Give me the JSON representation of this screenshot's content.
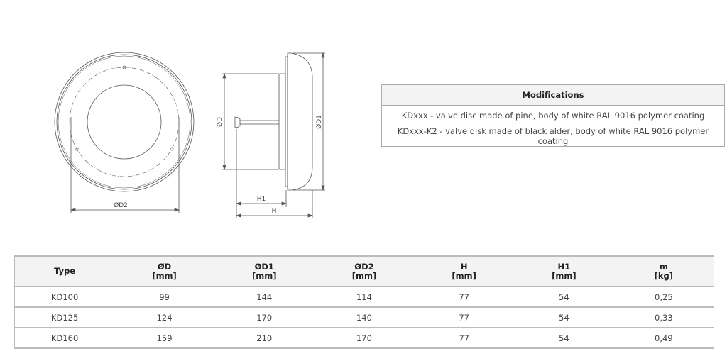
{
  "drawing": {
    "front_label_d2": "ØD2",
    "side_label_d": "ØD",
    "side_label_d1": "ØD1",
    "side_label_h1": "H1",
    "side_label_h": "H"
  },
  "modifications": {
    "title": "Modifications",
    "rows": [
      "KDxxx - valve disc made of pine, body of white RAL 9016 polymer coating",
      "KDxxx-K2 - valve disk made of black alder, body of white RAL 9016 polymer coating"
    ]
  },
  "spec_table": {
    "headers": [
      {
        "name": "Type",
        "unit": ""
      },
      {
        "name": "ØD",
        "unit": "[mm]"
      },
      {
        "name": "ØD1",
        "unit": "[mm]"
      },
      {
        "name": "ØD2",
        "unit": "[mm]"
      },
      {
        "name": "H",
        "unit": "[mm]"
      },
      {
        "name": "H1",
        "unit": "[mm]"
      },
      {
        "name": "m",
        "unit": "[kg]"
      }
    ],
    "rows": [
      [
        "KD100",
        "99",
        "144",
        "114",
        "77",
        "54",
        "0,25"
      ],
      [
        "KD125",
        "124",
        "170",
        "140",
        "77",
        "54",
        "0,33"
      ],
      [
        "KD160",
        "159",
        "210",
        "170",
        "77",
        "54",
        "0,49"
      ]
    ]
  }
}
